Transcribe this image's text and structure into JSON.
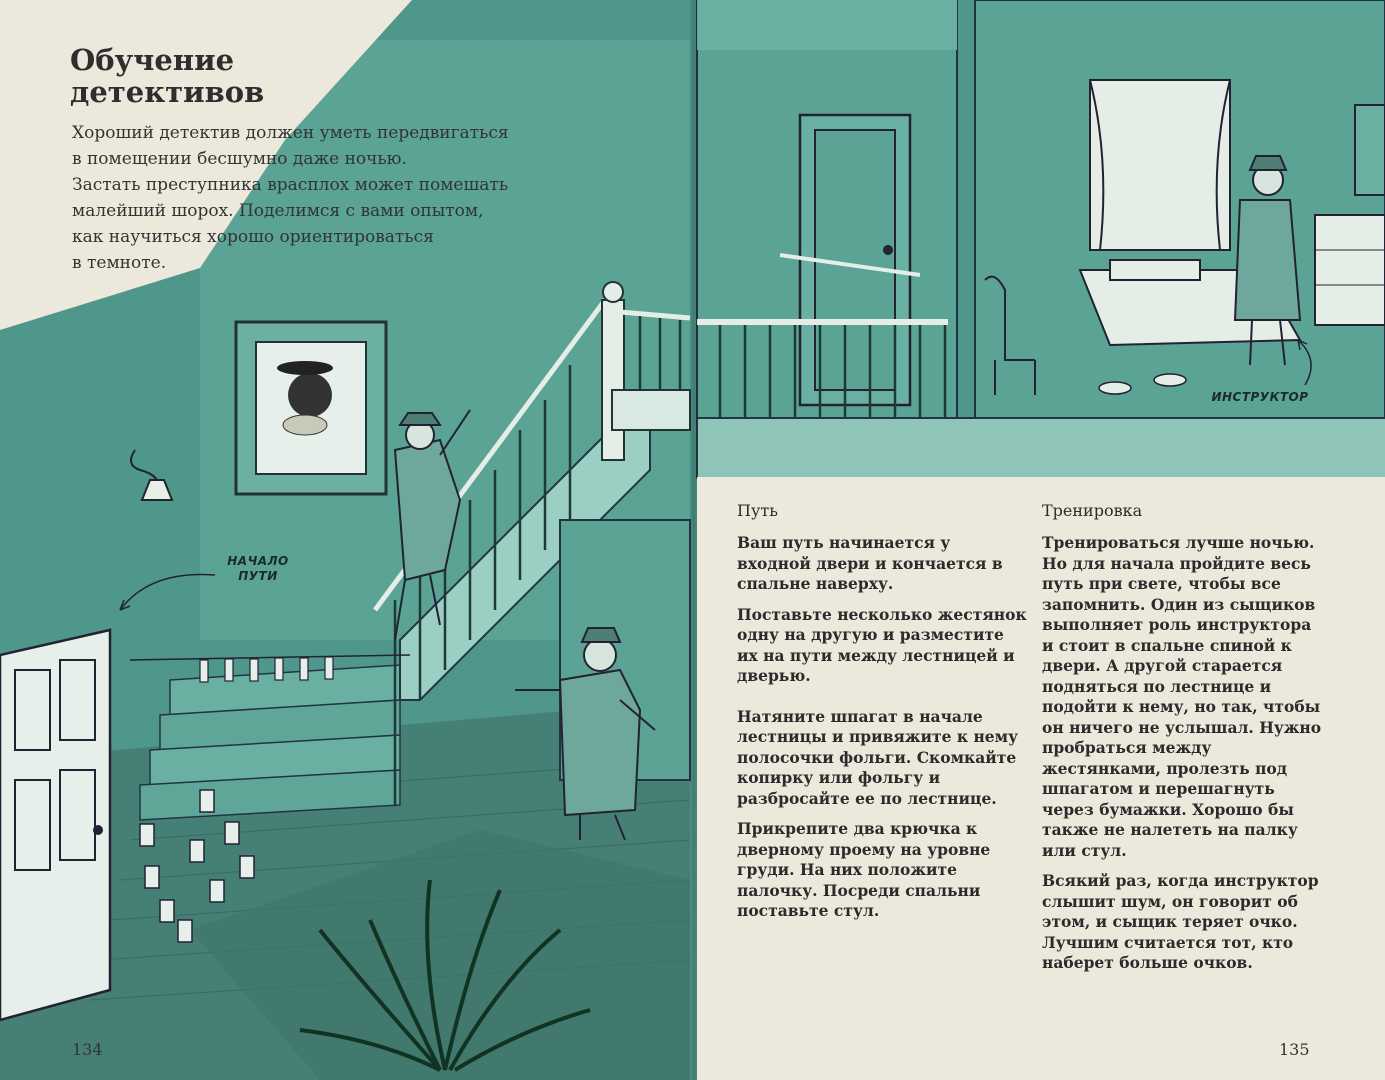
{
  "left_page": {
    "title": [
      "Обучение",
      "детективов"
    ],
    "intro": [
      "Хороший детектив должен уметь передвигаться",
      "в помещении бесшумно даже ночью.",
      "Застать преступника врасплох может помешать",
      "малейший шорох. Поделимся с вами опытом,",
      "как научиться хорошо ориентироваться",
      "в темноте."
    ],
    "label_start": [
      "НАЧАЛО",
      "ПУТИ"
    ],
    "page_number": "134"
  },
  "right_page": {
    "label_instructor": "ИНСТРУКТОР",
    "column1": {
      "heading": "Путь",
      "paragraphs": [
        "Ваш путь начинается у входной двери и кончается в спальне наверху.",
        "Поставьте несколько жестянок одну на другую и разместите их на пути между лестницей и дверью.",
        "Натяните шпагат в начале лестницы и привяжите к нему полосочки фольги. Скомкайте копирку или фольгу и разбросайте ее по лестнице.",
        "Прикрепите два крючка к дверному проему на уровне груди. На них положите палочку. Посреди спальни поставьте стул."
      ]
    },
    "column2": {
      "heading": "Тренировка",
      "paragraphs": [
        "Тренироваться лучше ночью. Но для начала пройдите весь путь при свете, чтобы все запомнить. Один из сыщиков выполняет роль инструктора и стоит в спальне спиной к двери. А другой старается подняться по лестнице и подойти к нему, но так, чтобы он ничего не услышал. Нужно пробраться между жестянками, пролезть под шпагатом и перешагнуть через бумажки. Хорошо бы также не налететь на палку или стул.",
        "Всякий раз, когда инструктор слышит шум, он говорит об этом, и сыщик теряет очко. Лучшим считается тот, кто наберет больше очков."
      ]
    },
    "page_number": "135"
  },
  "colors": {
    "teal": "#4f978b",
    "teal_dark": "#2f6f66",
    "paper": "#ece8db",
    "ink": "#2b2b2b"
  }
}
